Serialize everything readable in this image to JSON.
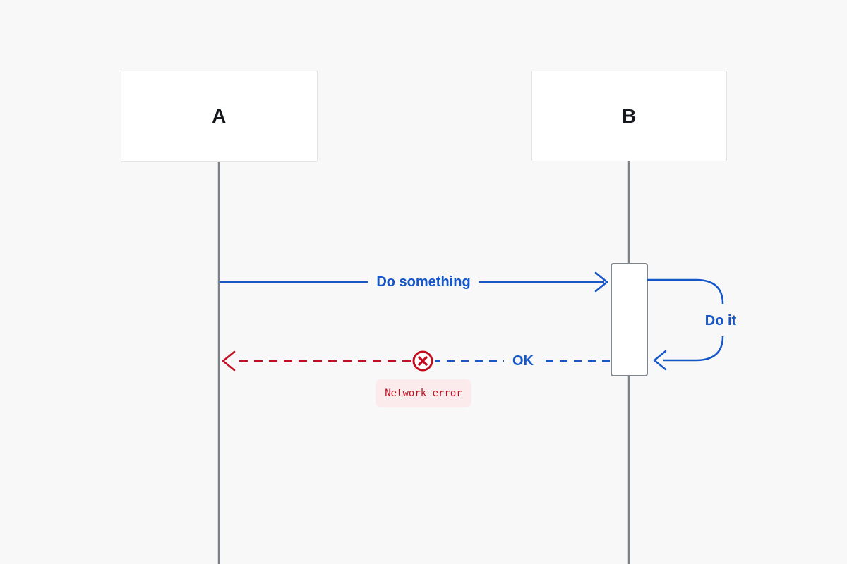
{
  "diagram": {
    "type": "sequence",
    "actors": [
      {
        "id": "A",
        "label": "A"
      },
      {
        "id": "B",
        "label": "B"
      }
    ],
    "messages": [
      {
        "from": "A",
        "to": "B",
        "label": "Do something",
        "style": "solid",
        "color": "blue"
      },
      {
        "from": "B",
        "to": "B",
        "label": "Do it",
        "style": "solid",
        "color": "blue"
      },
      {
        "from": "B",
        "to": "A",
        "label": "OK",
        "style": "dashed",
        "color": "blue",
        "interrupted": true
      }
    ],
    "error_note": {
      "label": "Network error"
    },
    "icons": [
      {
        "name": "error-cross-icon",
        "glyph": "circled-x"
      }
    ],
    "colors": {
      "background": "#f8f8f9",
      "blue": "#1556c8",
      "red": "#c40d20",
      "pink_bg": "#fcebed",
      "lifeline": "#7d828a",
      "activation_border": "#81858c",
      "box_border": "#e4e4e6"
    }
  }
}
